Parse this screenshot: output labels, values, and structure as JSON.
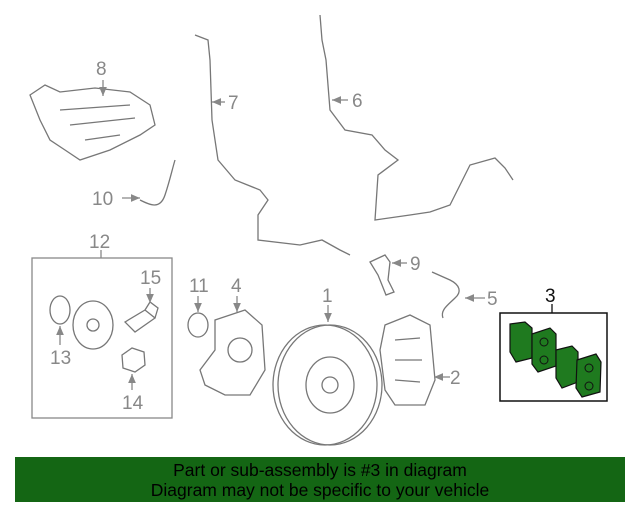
{
  "callouts": {
    "c1": "1",
    "c2": "2",
    "c3": "3",
    "c4": "4",
    "c5": "5",
    "c6": "6",
    "c7": "7",
    "c8": "8",
    "c9": "9",
    "c10": "10",
    "c11": "11",
    "c12": "12",
    "c13": "13",
    "c14": "14",
    "c15": "15"
  },
  "highlight_color": "#1f7a1f",
  "banner": {
    "line1": "Part or sub-assembly is #3 in diagram",
    "line2": "Diagram may not be specific to your vehicle",
    "color": "#146614"
  }
}
